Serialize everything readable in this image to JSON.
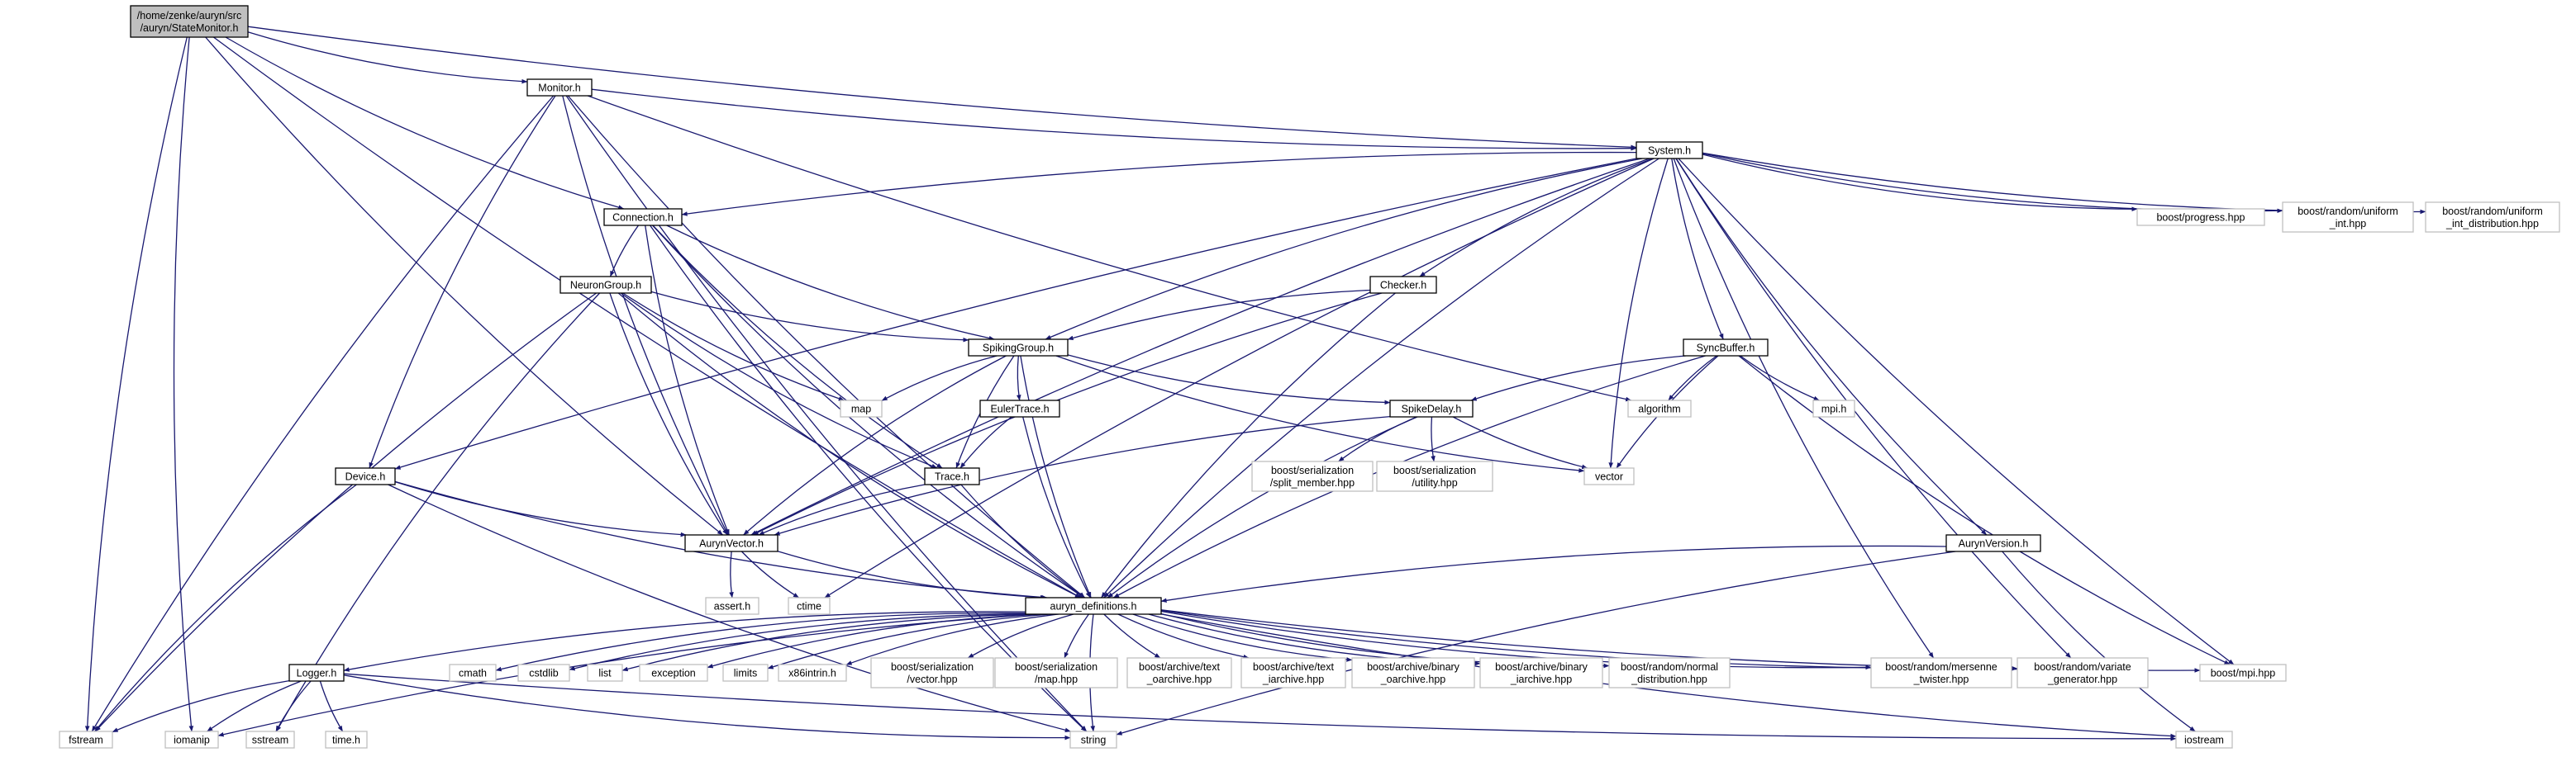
{
  "diagram": {
    "type": "include-dependency-graph",
    "colors": {
      "edge": "#191970",
      "root_fill": "#bfbfbf",
      "header_fill": "#ffffff",
      "header_border": "#000000",
      "external_fill": "#ffffff",
      "external_border": "#bfbfbf",
      "text": "#000000"
    },
    "nodes": [
      {
        "id": "statemonitor",
        "label": "/home/zenke/auryn/src\n/auryn/StateMonitor.h",
        "kind": "root"
      },
      {
        "id": "monitor",
        "label": "Monitor.h",
        "kind": "header"
      },
      {
        "id": "system",
        "label": "System.h",
        "kind": "header"
      },
      {
        "id": "connection",
        "label": "Connection.h",
        "kind": "header"
      },
      {
        "id": "neurongroup",
        "label": "NeuronGroup.h",
        "kind": "header"
      },
      {
        "id": "checker",
        "label": "Checker.h",
        "kind": "header"
      },
      {
        "id": "spikinggroup",
        "label": "SpikingGroup.h",
        "kind": "header"
      },
      {
        "id": "eulertrace",
        "label": "EulerTrace.h",
        "kind": "header"
      },
      {
        "id": "syncbuffer",
        "label": "SyncBuffer.h",
        "kind": "header"
      },
      {
        "id": "spikedelay",
        "label": "SpikeDelay.h",
        "kind": "header"
      },
      {
        "id": "trace",
        "label": "Trace.h",
        "kind": "header"
      },
      {
        "id": "device",
        "label": "Device.h",
        "kind": "header"
      },
      {
        "id": "aurynvector",
        "label": "AurynVector.h",
        "kind": "header"
      },
      {
        "id": "aurynversion",
        "label": "AurynVersion.h",
        "kind": "header"
      },
      {
        "id": "defs",
        "label": "auryn_definitions.h",
        "kind": "header"
      },
      {
        "id": "logger",
        "label": "Logger.h",
        "kind": "header"
      },
      {
        "id": "progress",
        "label": "boost/progress.hpp",
        "kind": "external"
      },
      {
        "id": "uniformint",
        "label": "boost/random/uniform\n_int.hpp",
        "kind": "external"
      },
      {
        "id": "uniformintdist",
        "label": "boost/random/uniform\n_int_distribution.hpp",
        "kind": "external"
      },
      {
        "id": "map",
        "label": "map",
        "kind": "external"
      },
      {
        "id": "algorithm",
        "label": "algorithm",
        "kind": "external"
      },
      {
        "id": "mpih",
        "label": "mpi.h",
        "kind": "external"
      },
      {
        "id": "vector",
        "label": "vector",
        "kind": "external"
      },
      {
        "id": "splitmember",
        "label": "boost/serialization\n/split_member.hpp",
        "kind": "external"
      },
      {
        "id": "serutility",
        "label": "boost/serialization\n/utility.hpp",
        "kind": "external"
      },
      {
        "id": "asserth",
        "label": "assert.h",
        "kind": "external"
      },
      {
        "id": "ctime",
        "label": "ctime",
        "kind": "external"
      },
      {
        "id": "cmath",
        "label": "cmath",
        "kind": "external"
      },
      {
        "id": "cstdlib",
        "label": "cstdlib",
        "kind": "external"
      },
      {
        "id": "list",
        "label": "list",
        "kind": "external"
      },
      {
        "id": "exception",
        "label": "exception",
        "kind": "external"
      },
      {
        "id": "limits",
        "label": "limits",
        "kind": "external"
      },
      {
        "id": "x86intrin",
        "label": "x86intrin.h",
        "kind": "external"
      },
      {
        "id": "servector",
        "label": "boost/serialization\n/vector.hpp",
        "kind": "external"
      },
      {
        "id": "sermap",
        "label": "boost/serialization\n/map.hpp",
        "kind": "external"
      },
      {
        "id": "textoarchive",
        "label": "boost/archive/text\n_oarchive.hpp",
        "kind": "external"
      },
      {
        "id": "textiarchive",
        "label": "boost/archive/text\n_iarchive.hpp",
        "kind": "external"
      },
      {
        "id": "binoarchive",
        "label": "boost/archive/binary\n_oarchive.hpp",
        "kind": "external"
      },
      {
        "id": "biniarchive",
        "label": "boost/archive/binary\n_iarchive.hpp",
        "kind": "external"
      },
      {
        "id": "normaldist",
        "label": "boost/random/normal\n_distribution.hpp",
        "kind": "external"
      },
      {
        "id": "mersenne",
        "label": "boost/random/mersenne\n_twister.hpp",
        "kind": "external"
      },
      {
        "id": "variategen",
        "label": "boost/random/variate\n_generator.hpp",
        "kind": "external"
      },
      {
        "id": "mpihpp",
        "label": "boost/mpi.hpp",
        "kind": "external"
      },
      {
        "id": "fstream",
        "label": "fstream",
        "kind": "external"
      },
      {
        "id": "iomanip",
        "label": "iomanip",
        "kind": "external"
      },
      {
        "id": "sstream",
        "label": "sstream",
        "kind": "external"
      },
      {
        "id": "timeh",
        "label": "time.h",
        "kind": "external"
      },
      {
        "id": "string",
        "label": "string",
        "kind": "external"
      },
      {
        "id": "iostream",
        "label": "iostream",
        "kind": "external"
      }
    ],
    "edges": [
      [
        "statemonitor",
        "monitor"
      ],
      [
        "statemonitor",
        "system"
      ],
      [
        "statemonitor",
        "connection"
      ],
      [
        "statemonitor",
        "aurynvector"
      ],
      [
        "statemonitor",
        "defs"
      ],
      [
        "statemonitor",
        "fstream"
      ],
      [
        "statemonitor",
        "iomanip"
      ],
      [
        "monitor",
        "system"
      ],
      [
        "monitor",
        "device"
      ],
      [
        "monitor",
        "aurynvector"
      ],
      [
        "monitor",
        "defs"
      ],
      [
        "monitor",
        "fstream"
      ],
      [
        "monitor",
        "algorithm"
      ],
      [
        "monitor",
        "string"
      ],
      [
        "system",
        "connection"
      ],
      [
        "system",
        "spikinggroup"
      ],
      [
        "system",
        "checker"
      ],
      [
        "system",
        "syncbuffer"
      ],
      [
        "system",
        "aurynversion"
      ],
      [
        "system",
        "device"
      ],
      [
        "system",
        "aurynvector"
      ],
      [
        "system",
        "defs"
      ],
      [
        "system",
        "progress"
      ],
      [
        "system",
        "uniformint"
      ],
      [
        "system",
        "uniformintdist"
      ],
      [
        "system",
        "vector"
      ],
      [
        "system",
        "mersenne"
      ],
      [
        "system",
        "variategen"
      ],
      [
        "system",
        "mpihpp"
      ],
      [
        "system",
        "ctime"
      ],
      [
        "connection",
        "neurongroup"
      ],
      [
        "connection",
        "spikinggroup"
      ],
      [
        "connection",
        "trace"
      ],
      [
        "connection",
        "aurynvector"
      ],
      [
        "connection",
        "defs"
      ],
      [
        "connection",
        "string"
      ],
      [
        "neurongroup",
        "spikinggroup"
      ],
      [
        "neurongroup",
        "map"
      ],
      [
        "neurongroup",
        "trace"
      ],
      [
        "neurongroup",
        "aurynvector"
      ],
      [
        "neurongroup",
        "defs"
      ],
      [
        "neurongroup",
        "fstream"
      ],
      [
        "neurongroup",
        "sstream"
      ],
      [
        "checker",
        "spikinggroup"
      ],
      [
        "checker",
        "aurynvector"
      ],
      [
        "checker",
        "defs"
      ],
      [
        "spikinggroup",
        "map"
      ],
      [
        "spikinggroup",
        "eulertrace"
      ],
      [
        "spikinggroup",
        "spikedelay"
      ],
      [
        "spikinggroup",
        "trace"
      ],
      [
        "spikinggroup",
        "aurynvector"
      ],
      [
        "spikinggroup",
        "defs"
      ],
      [
        "spikinggroup",
        "vector"
      ],
      [
        "eulertrace",
        "trace"
      ],
      [
        "eulertrace",
        "defs"
      ],
      [
        "syncbuffer",
        "spikedelay"
      ],
      [
        "syncbuffer",
        "algorithm"
      ],
      [
        "syncbuffer",
        "mpih"
      ],
      [
        "syncbuffer",
        "vector"
      ],
      [
        "syncbuffer",
        "defs"
      ],
      [
        "syncbuffer",
        "mpihpp"
      ],
      [
        "spikedelay",
        "splitmember"
      ],
      [
        "spikedelay",
        "serutility"
      ],
      [
        "spikedelay",
        "vector"
      ],
      [
        "spikedelay",
        "aurynvector"
      ],
      [
        "spikedelay",
        "defs"
      ],
      [
        "trace",
        "aurynvector"
      ],
      [
        "trace",
        "defs"
      ],
      [
        "device",
        "aurynvector"
      ],
      [
        "device",
        "defs"
      ],
      [
        "device",
        "fstream"
      ],
      [
        "device",
        "string"
      ],
      [
        "aurynvector",
        "asserth"
      ],
      [
        "aurynvector",
        "ctime"
      ],
      [
        "aurynvector",
        "defs"
      ],
      [
        "aurynversion",
        "defs"
      ],
      [
        "aurynversion",
        "string"
      ],
      [
        "aurynversion",
        "iostream"
      ],
      [
        "defs",
        "logger"
      ],
      [
        "defs",
        "cmath"
      ],
      [
        "defs",
        "cstdlib"
      ],
      [
        "defs",
        "list"
      ],
      [
        "defs",
        "exception"
      ],
      [
        "defs",
        "limits"
      ],
      [
        "defs",
        "x86intrin"
      ],
      [
        "defs",
        "servector"
      ],
      [
        "defs",
        "sermap"
      ],
      [
        "defs",
        "textoarchive"
      ],
      [
        "defs",
        "textiarchive"
      ],
      [
        "defs",
        "binoarchive"
      ],
      [
        "defs",
        "biniarchive"
      ],
      [
        "defs",
        "normaldist"
      ],
      [
        "defs",
        "mersenne"
      ],
      [
        "defs",
        "variategen"
      ],
      [
        "defs",
        "mpihpp"
      ],
      [
        "defs",
        "iomanip"
      ],
      [
        "defs",
        "string"
      ],
      [
        "defs",
        "iostream"
      ],
      [
        "logger",
        "fstream"
      ],
      [
        "logger",
        "iomanip"
      ],
      [
        "logger",
        "sstream"
      ],
      [
        "logger",
        "timeh"
      ],
      [
        "logger",
        "string"
      ],
      [
        "logger",
        "iostream"
      ]
    ]
  }
}
